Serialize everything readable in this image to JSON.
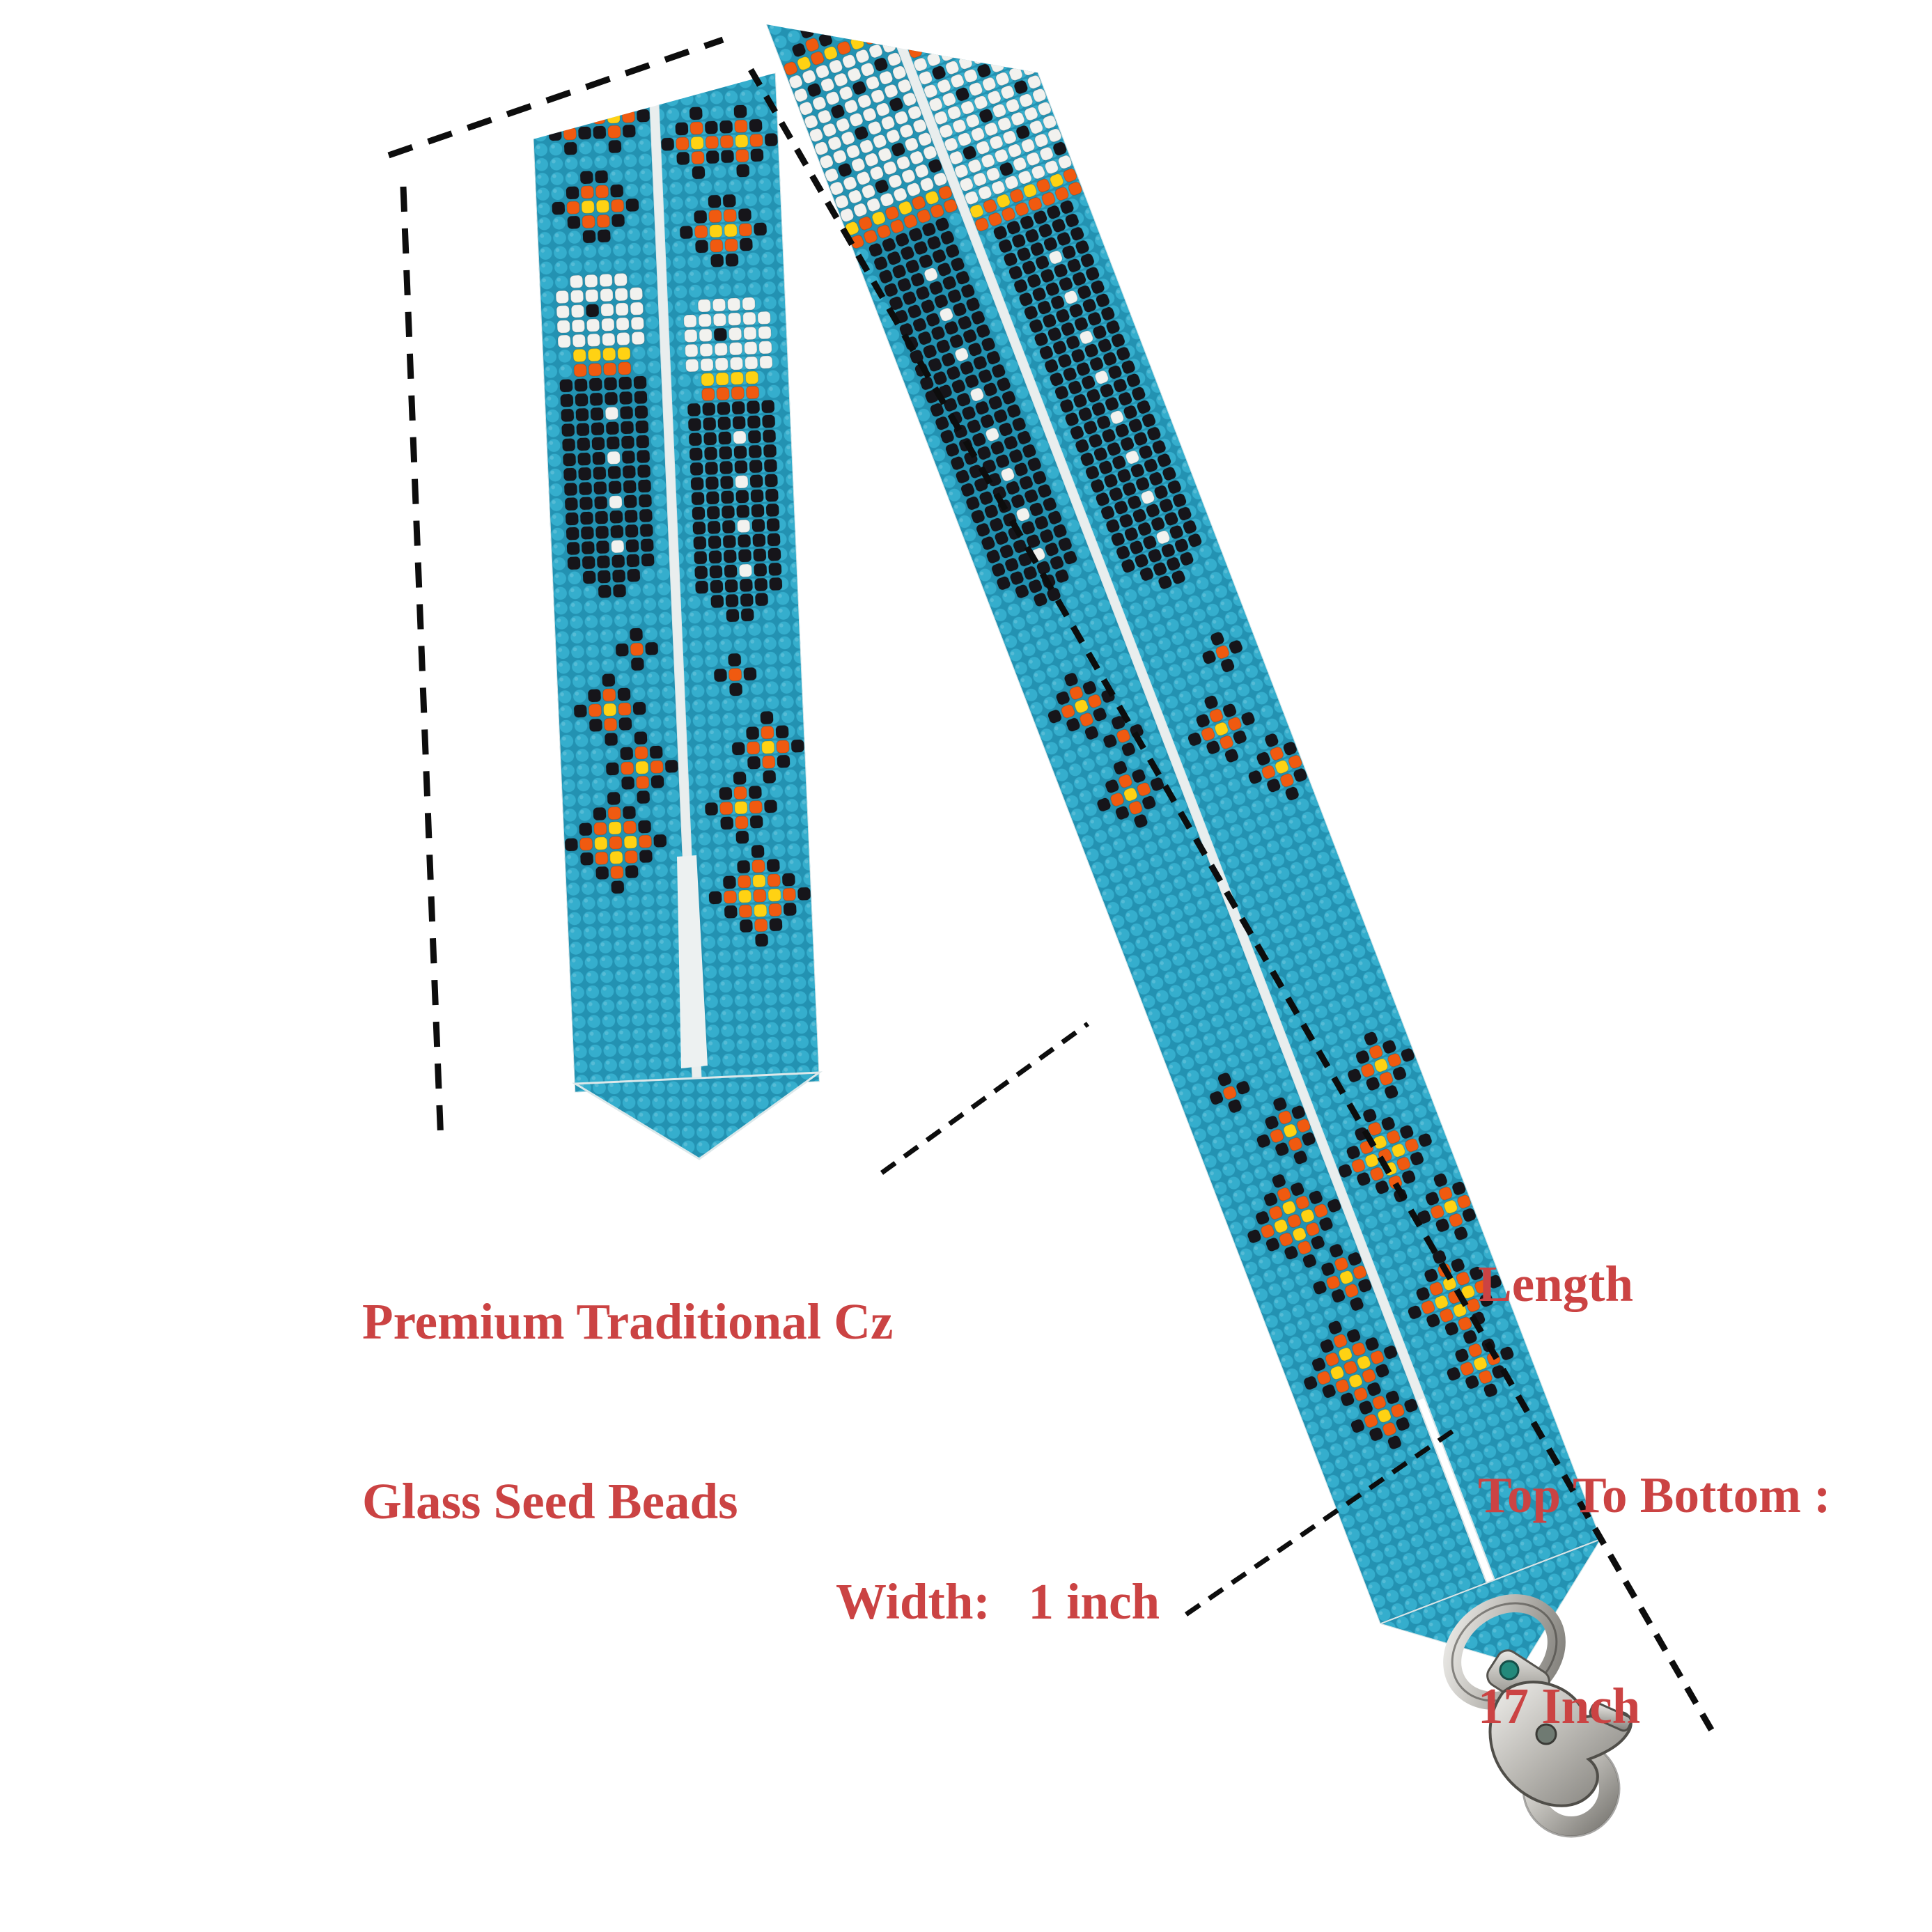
{
  "page": {
    "background": "#ffffff",
    "description": "Product photo of a Native American style loom-beaded lanyard, folded, with a silver swivel lobster clasp and dashed measurement annotation lines"
  },
  "annotations": {
    "text_color": "#cb4343",
    "material_label": {
      "line1": "Premium Traditional Cz",
      "line2": "Glass Seed Beads"
    },
    "length_label": {
      "line1": "Length",
      "line2": "Top To Bottom :",
      "line3": "17 Inch"
    },
    "width_label": "Width:   1 inch"
  },
  "lanyard": {
    "length_inches": "17 Inch",
    "width_inches": "1 inch",
    "bead_colors": {
      "turquoise": "#35aecd",
      "turquoise_gap": "#2392b2",
      "black": "#16151a",
      "orange": "#f05a10",
      "yellow": "#ffd213",
      "white": "#f2f2ef",
      "seam": "#e9eeee"
    },
    "clasp_color": "#b9b7b2",
    "artwork": {
      "palette": {
        "K": "#16151a",
        "O": "#f05a10",
        "Y": "#ffd213",
        "W": "#f2f2ef"
      },
      "motifs": {
        "tiny": [
          ".K.",
          "KOK",
          ".K."
        ],
        "small": [
          "..K..",
          ".KOK.",
          "KOYOK",
          ".KOK.",
          "..K.."
        ],
        "large": [
          "...K...",
          "..KOK..",
          ".KOYOK.",
          "KOYOYOK",
          ".KOYOK.",
          "..KOK..",
          "...K..."
        ],
        "eagle": [
          "..K..K..",
          ".KOKKOK.",
          "KOYOOYOK",
          ".KOKKOK.",
          "..K..K..",
          "........",
          "...KK...",
          "..KOOK..",
          ".KOYYOK.",
          "..KOOK..",
          "...KK...",
          "........",
          "........",
          "..WWWW..",
          ".WWWWWW.",
          ".WWKWWW.",
          ".WWWWWW.",
          ".WWWWWW.",
          "..YYYY..",
          "..OOOO..",
          ".KKKKKK.",
          ".KKKKKK.",
          ".KKKWKK.",
          ".KKKKKK.",
          ".KKKKKK.",
          ".KKKWKK.",
          ".KKKKKK.",
          ".KKKKKK.",
          ".KKKWKK.",
          ".KKKKKK.",
          ".KKKKKK.",
          ".KKKWKK.",
          ".KKKKKK.",
          "..KKKK..",
          "...KK..."
        ],
        "feather": [
          "........",
          "..K..K..",
          ".KOK.KO.",
          "OYOYOYOY",
          "WWWWWWWW",
          "WKWWWWKW",
          "WWWWKWWW",
          "WWKWWWWW",
          "WWWWWWKW",
          "WWWKWWWW",
          "WWWWWWWW",
          "WKWWWKWW",
          "WWWWWWWW",
          "WWWKWWWK",
          "WWWWWWWW",
          "YOYOYOYO",
          "OOOOOOOO",
          ".KKKKKK.",
          ".KKKKKK.",
          ".KKKKKK.",
          ".KKKWKK.",
          ".KKKKKK.",
          ".KKKKKK.",
          ".KKKWKK.",
          ".KKKKKK.",
          ".KKKKKK.",
          ".KKKWKK.",
          ".KKKKKK.",
          ".KKKKKK.",
          ".KKKWKK.",
          ".KKKKKK.",
          ".KKKKKK.",
          ".KKKWKK.",
          ".KKKKKK.",
          ".KKKKKK.",
          ".KKKWKK.",
          ".KKKKKK.",
          ".KKKKKK.",
          ".KKKWKK.",
          ".KKKKKK.",
          ".KKKKKK.",
          ".KKKWKK.",
          ".KKKKKK.",
          "..KKKK..",
          "...KK..."
        ]
      }
    }
  }
}
